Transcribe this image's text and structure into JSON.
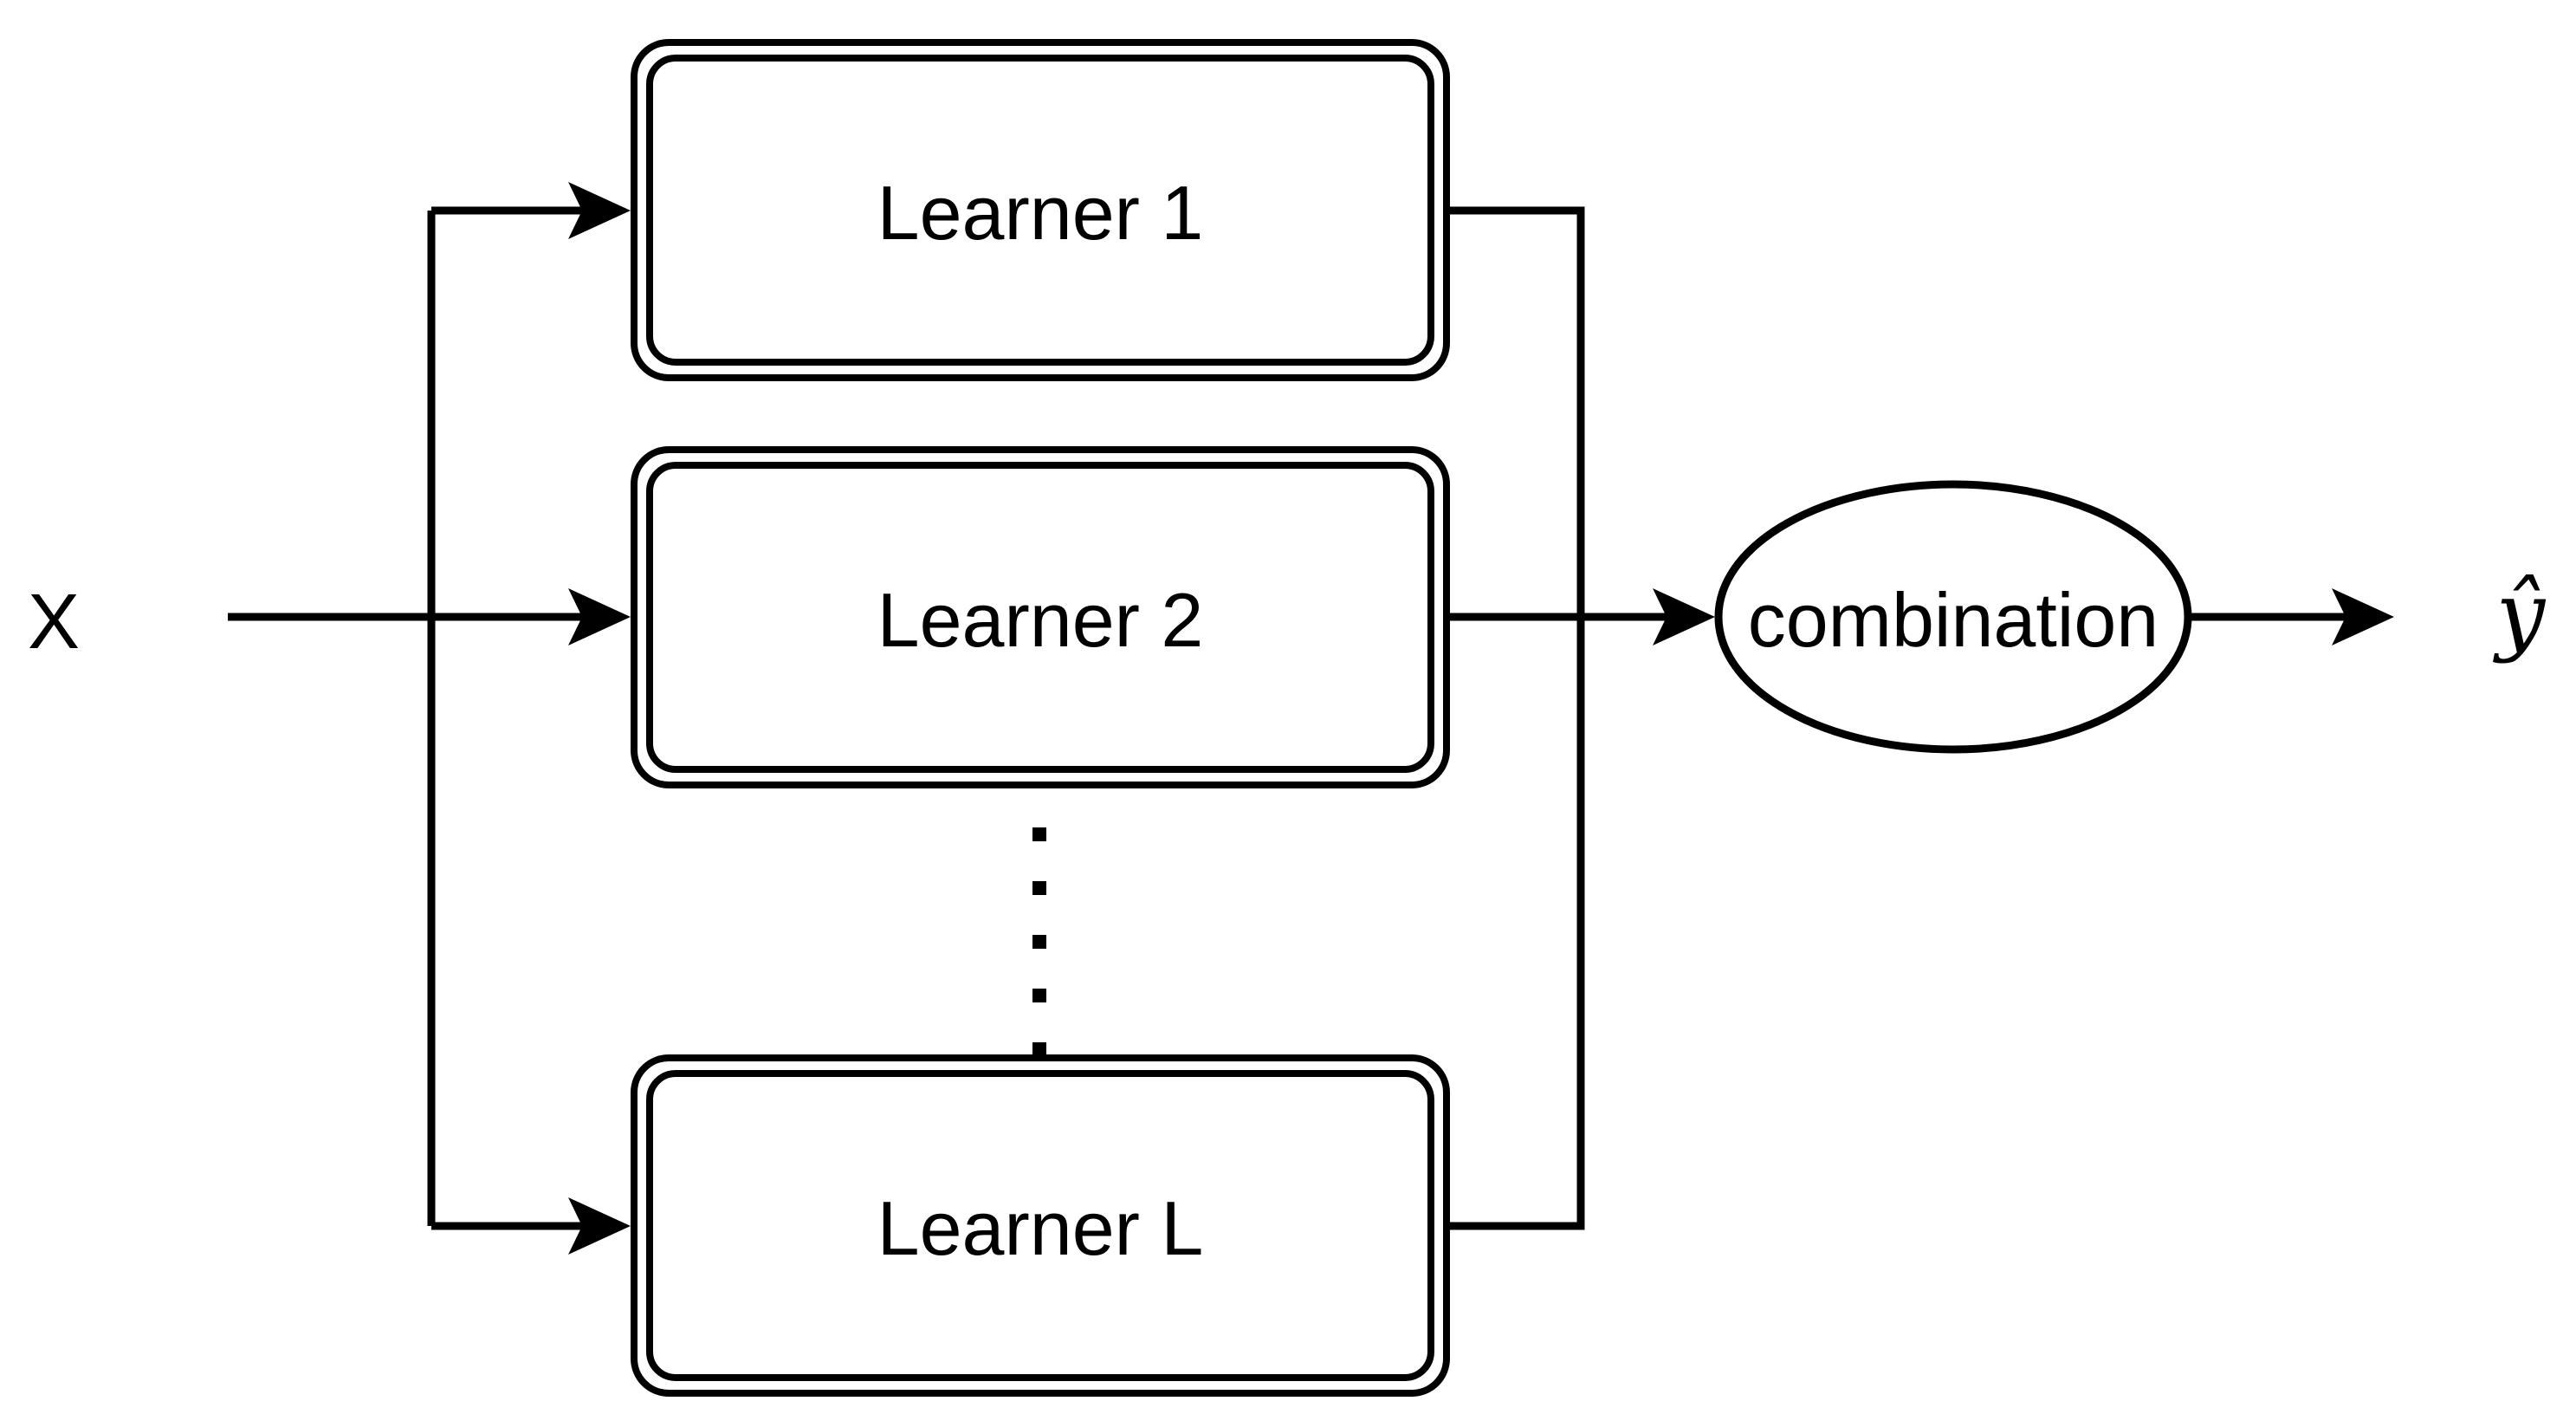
{
  "diagram": {
    "input": {
      "label": "X"
    },
    "learners": [
      {
        "label": "Learner 1"
      },
      {
        "label": "Learner 2"
      },
      {
        "label": "Learner L"
      }
    ],
    "combiner": {
      "label": "combination"
    },
    "output": {
      "label": "ŷ"
    },
    "colors": {
      "stroke": "#000000",
      "background": "#ffffff"
    }
  }
}
